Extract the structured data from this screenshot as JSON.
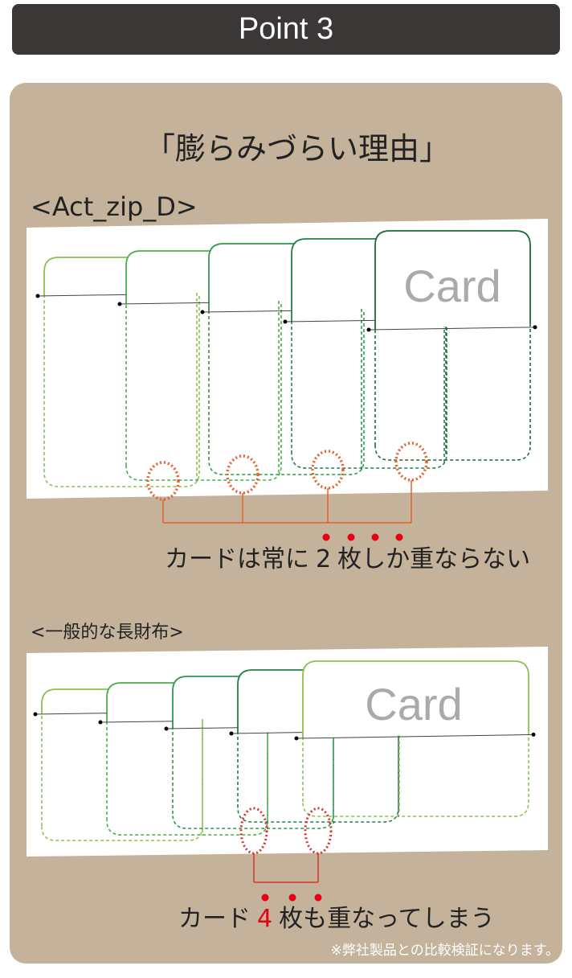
{
  "header": {
    "title": "Point 3"
  },
  "heading": "「膨らみづらい理由」",
  "section1": {
    "label": "<Act_zip_D>",
    "card_text": "Card",
    "caption_pre": "カードは常に",
    "caption_num": "2",
    "caption_post": "枚しか重ならない",
    "overlap_count": 2
  },
  "section2": {
    "label": "<一般的な長財布>",
    "card_text": "Card",
    "caption_pre": "カード",
    "caption_num": "4",
    "caption_post": "枚も重なってしまう",
    "overlap_count": 4
  },
  "footnote": "※弊社製品との比較検証になります。",
  "colors": {
    "title_bg": "#3b3737",
    "panel_bg": "#c4b29b",
    "card_greens": [
      "#8cc152",
      "#4cae4c",
      "#2e9a4a",
      "#22804a",
      "#1a6b36"
    ],
    "overlap_orange": "#e8602c",
    "overlap_red": "#d9312b",
    "emphasis_red": "#e60012"
  }
}
